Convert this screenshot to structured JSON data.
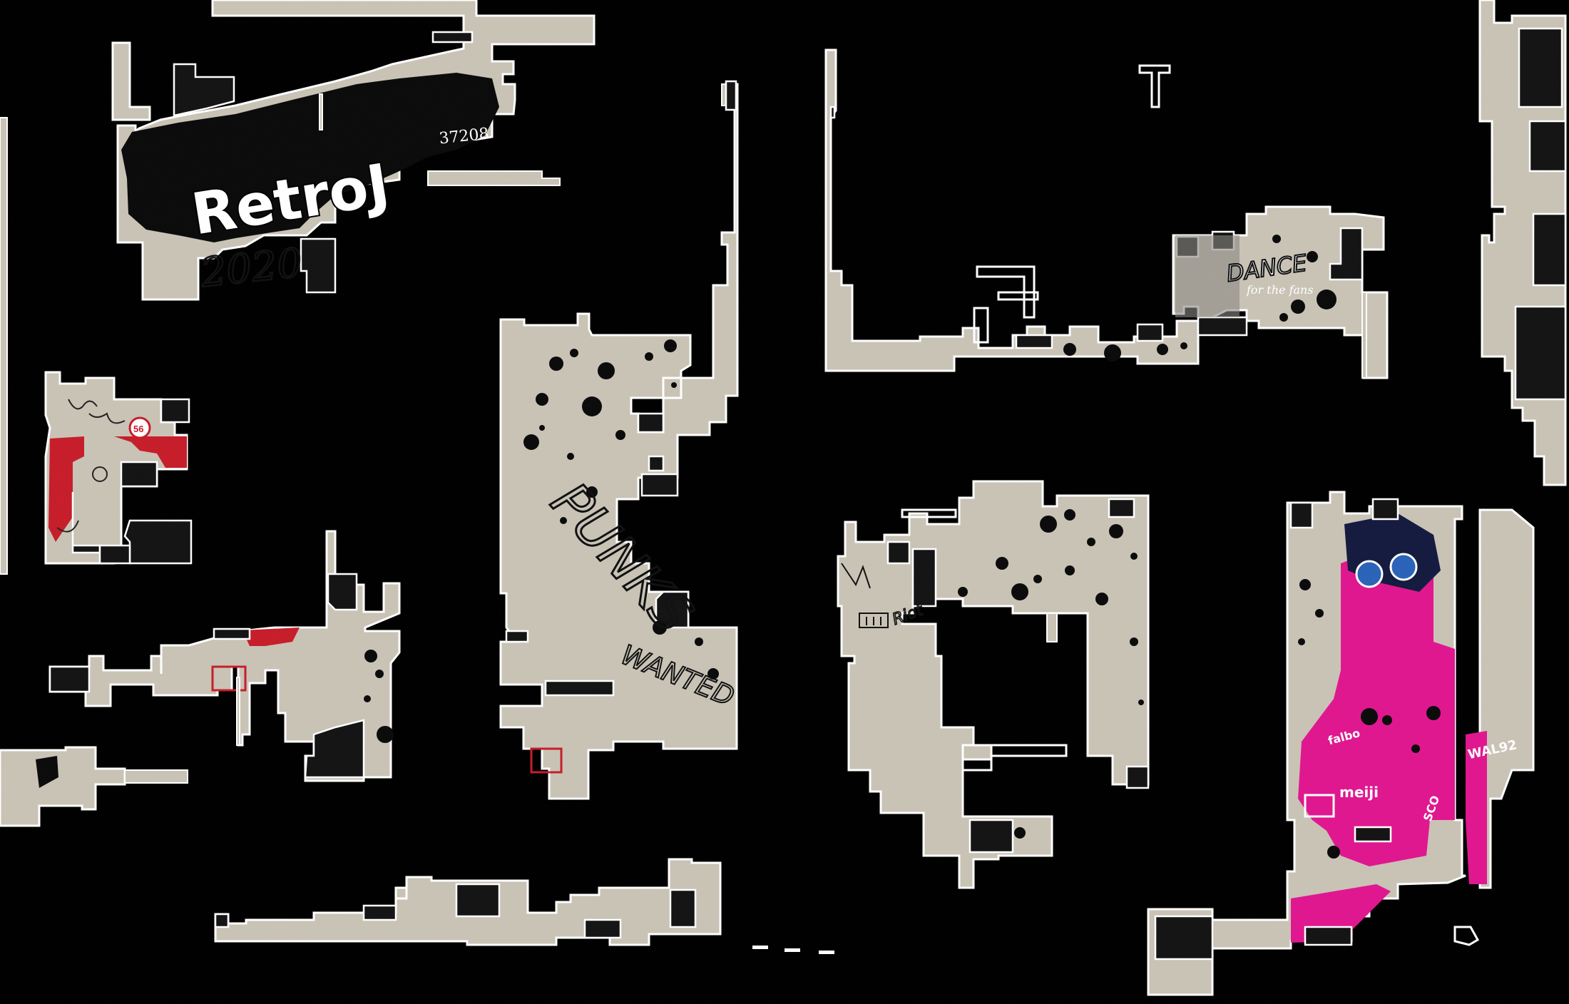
{
  "map": {
    "name": "",
    "background": "#000000",
    "floor_color": "#c9c3b6",
    "outline_color": "#ffffff",
    "shadow_color": "#141414"
  },
  "decals": {
    "logo": {
      "text": "RetroJ",
      "number": "37208",
      "year": "2020"
    },
    "graffiti": [
      {
        "id": "punks",
        "text": "PUNKS"
      },
      {
        "id": "wanted",
        "text": "WANTED"
      },
      {
        "id": "dance",
        "text": "DANCE"
      },
      {
        "id": "for-the-fans",
        "text": "for the fans"
      },
      {
        "id": "riot",
        "text": "Riot"
      },
      {
        "id": "badge-56",
        "text": "56"
      },
      {
        "id": "wal",
        "text": "WAL92"
      },
      {
        "id": "meiji",
        "text": "meiji"
      },
      {
        "id": "falbo",
        "text": "falbo"
      },
      {
        "id": "sco",
        "text": "SCO"
      }
    ]
  },
  "accents": {
    "red": "#c61e2a",
    "pink": "#e0178f",
    "navy": "#151b3f",
    "ink": "#0b0b0b"
  }
}
